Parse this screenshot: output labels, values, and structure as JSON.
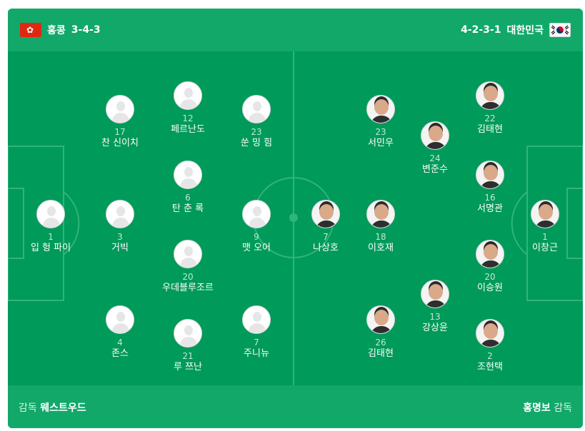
{
  "home": {
    "name": "홍콩",
    "formation": "3-4-3",
    "flag_icon": "hong-kong-flag-icon"
  },
  "away": {
    "name": "대한민국",
    "formation": "4-2-3-1",
    "flag_icon": "south-korea-flag-icon"
  },
  "home_players": [
    {
      "number": "1",
      "name": "입 헝 파이"
    },
    {
      "number": "17",
      "name": "찬 신이치"
    },
    {
      "number": "3",
      "name": "거빅"
    },
    {
      "number": "4",
      "name": "존스"
    },
    {
      "number": "12",
      "name": "페르난도"
    },
    {
      "number": "6",
      "name": "탄 춘 록"
    },
    {
      "number": "20",
      "name": "우데블루조르"
    },
    {
      "number": "21",
      "name": "루 쯔난"
    },
    {
      "number": "23",
      "name": "쑨 밍 힘"
    },
    {
      "number": "9",
      "name": "맷 오어"
    },
    {
      "number": "7",
      "name": "주니뉴"
    }
  ],
  "away_players": [
    {
      "number": "7",
      "name": "나상호"
    },
    {
      "number": "23",
      "name": "서민우"
    },
    {
      "number": "18",
      "name": "이호재"
    },
    {
      "number": "26",
      "name": "김태현"
    },
    {
      "number": "24",
      "name": "변준수"
    },
    {
      "number": "13",
      "name": "강상윤"
    },
    {
      "number": "22",
      "name": "김태현"
    },
    {
      "number": "16",
      "name": "서명관"
    },
    {
      "number": "20",
      "name": "이승원"
    },
    {
      "number": "2",
      "name": "조현택"
    },
    {
      "number": "1",
      "name": "이창근"
    }
  ],
  "coaches": {
    "role_label": "감독",
    "home": "웨스트우드",
    "away": "홍명보"
  },
  "colors": {
    "pitch": "#009a5a",
    "bar": "#12a86a",
    "lines": "#2fb579"
  }
}
